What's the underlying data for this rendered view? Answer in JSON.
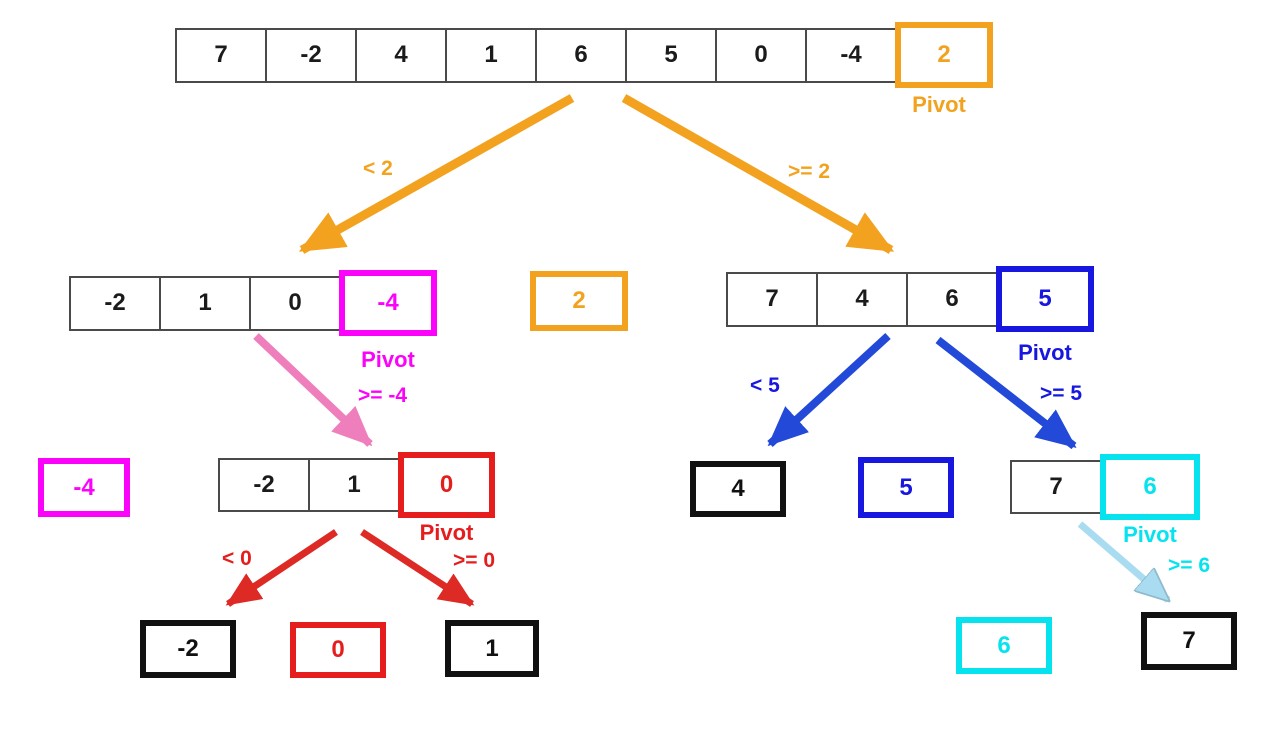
{
  "diagram": "quicksort-partition-tree",
  "labels": {
    "pivot": "Pivot"
  },
  "colors": {
    "orange": "#F2A21E",
    "magenta": "#FB03FB",
    "pink_arrow": "#EE7FBC",
    "blue": "#1717DF",
    "red": "#E51D1D",
    "red_arrow": "#DD2A25",
    "cyan": "#06E3EE",
    "light_blue_arrow": "#A9DCF0",
    "cell_border": "#4a4a4a",
    "black": "#111111"
  },
  "nodes": {
    "root": {
      "cells": [
        "7",
        "-2",
        "4",
        "1",
        "6",
        "5",
        "0",
        "-4"
      ],
      "pivot": "2"
    },
    "l1_left": {
      "cells": [
        "-2",
        "1",
        "0"
      ],
      "pivot": "-4"
    },
    "l1_box2": "2",
    "l1_right": {
      "cells": [
        "7",
        "4",
        "6"
      ],
      "pivot": "5"
    },
    "l2_box_neg4": "-4",
    "l2_mid": {
      "cells": [
        "-2",
        "1"
      ],
      "pivot": "0"
    },
    "l2_box4": "4",
    "l2_box5": "5",
    "l2_right": {
      "cells": [
        "7"
      ],
      "pivot": "6"
    },
    "leaf_neg2": "-2",
    "leaf_0": "0",
    "leaf_1": "1",
    "leaf_6": "6",
    "leaf_7": "7"
  },
  "edges": {
    "lt2": "< 2",
    "ge2": ">= 2",
    "geNeg4": ">= -4",
    "lt5": "< 5",
    "ge5": ">= 5",
    "lt0": "< 0",
    "ge0": ">= 0",
    "ge6": ">= 6"
  }
}
